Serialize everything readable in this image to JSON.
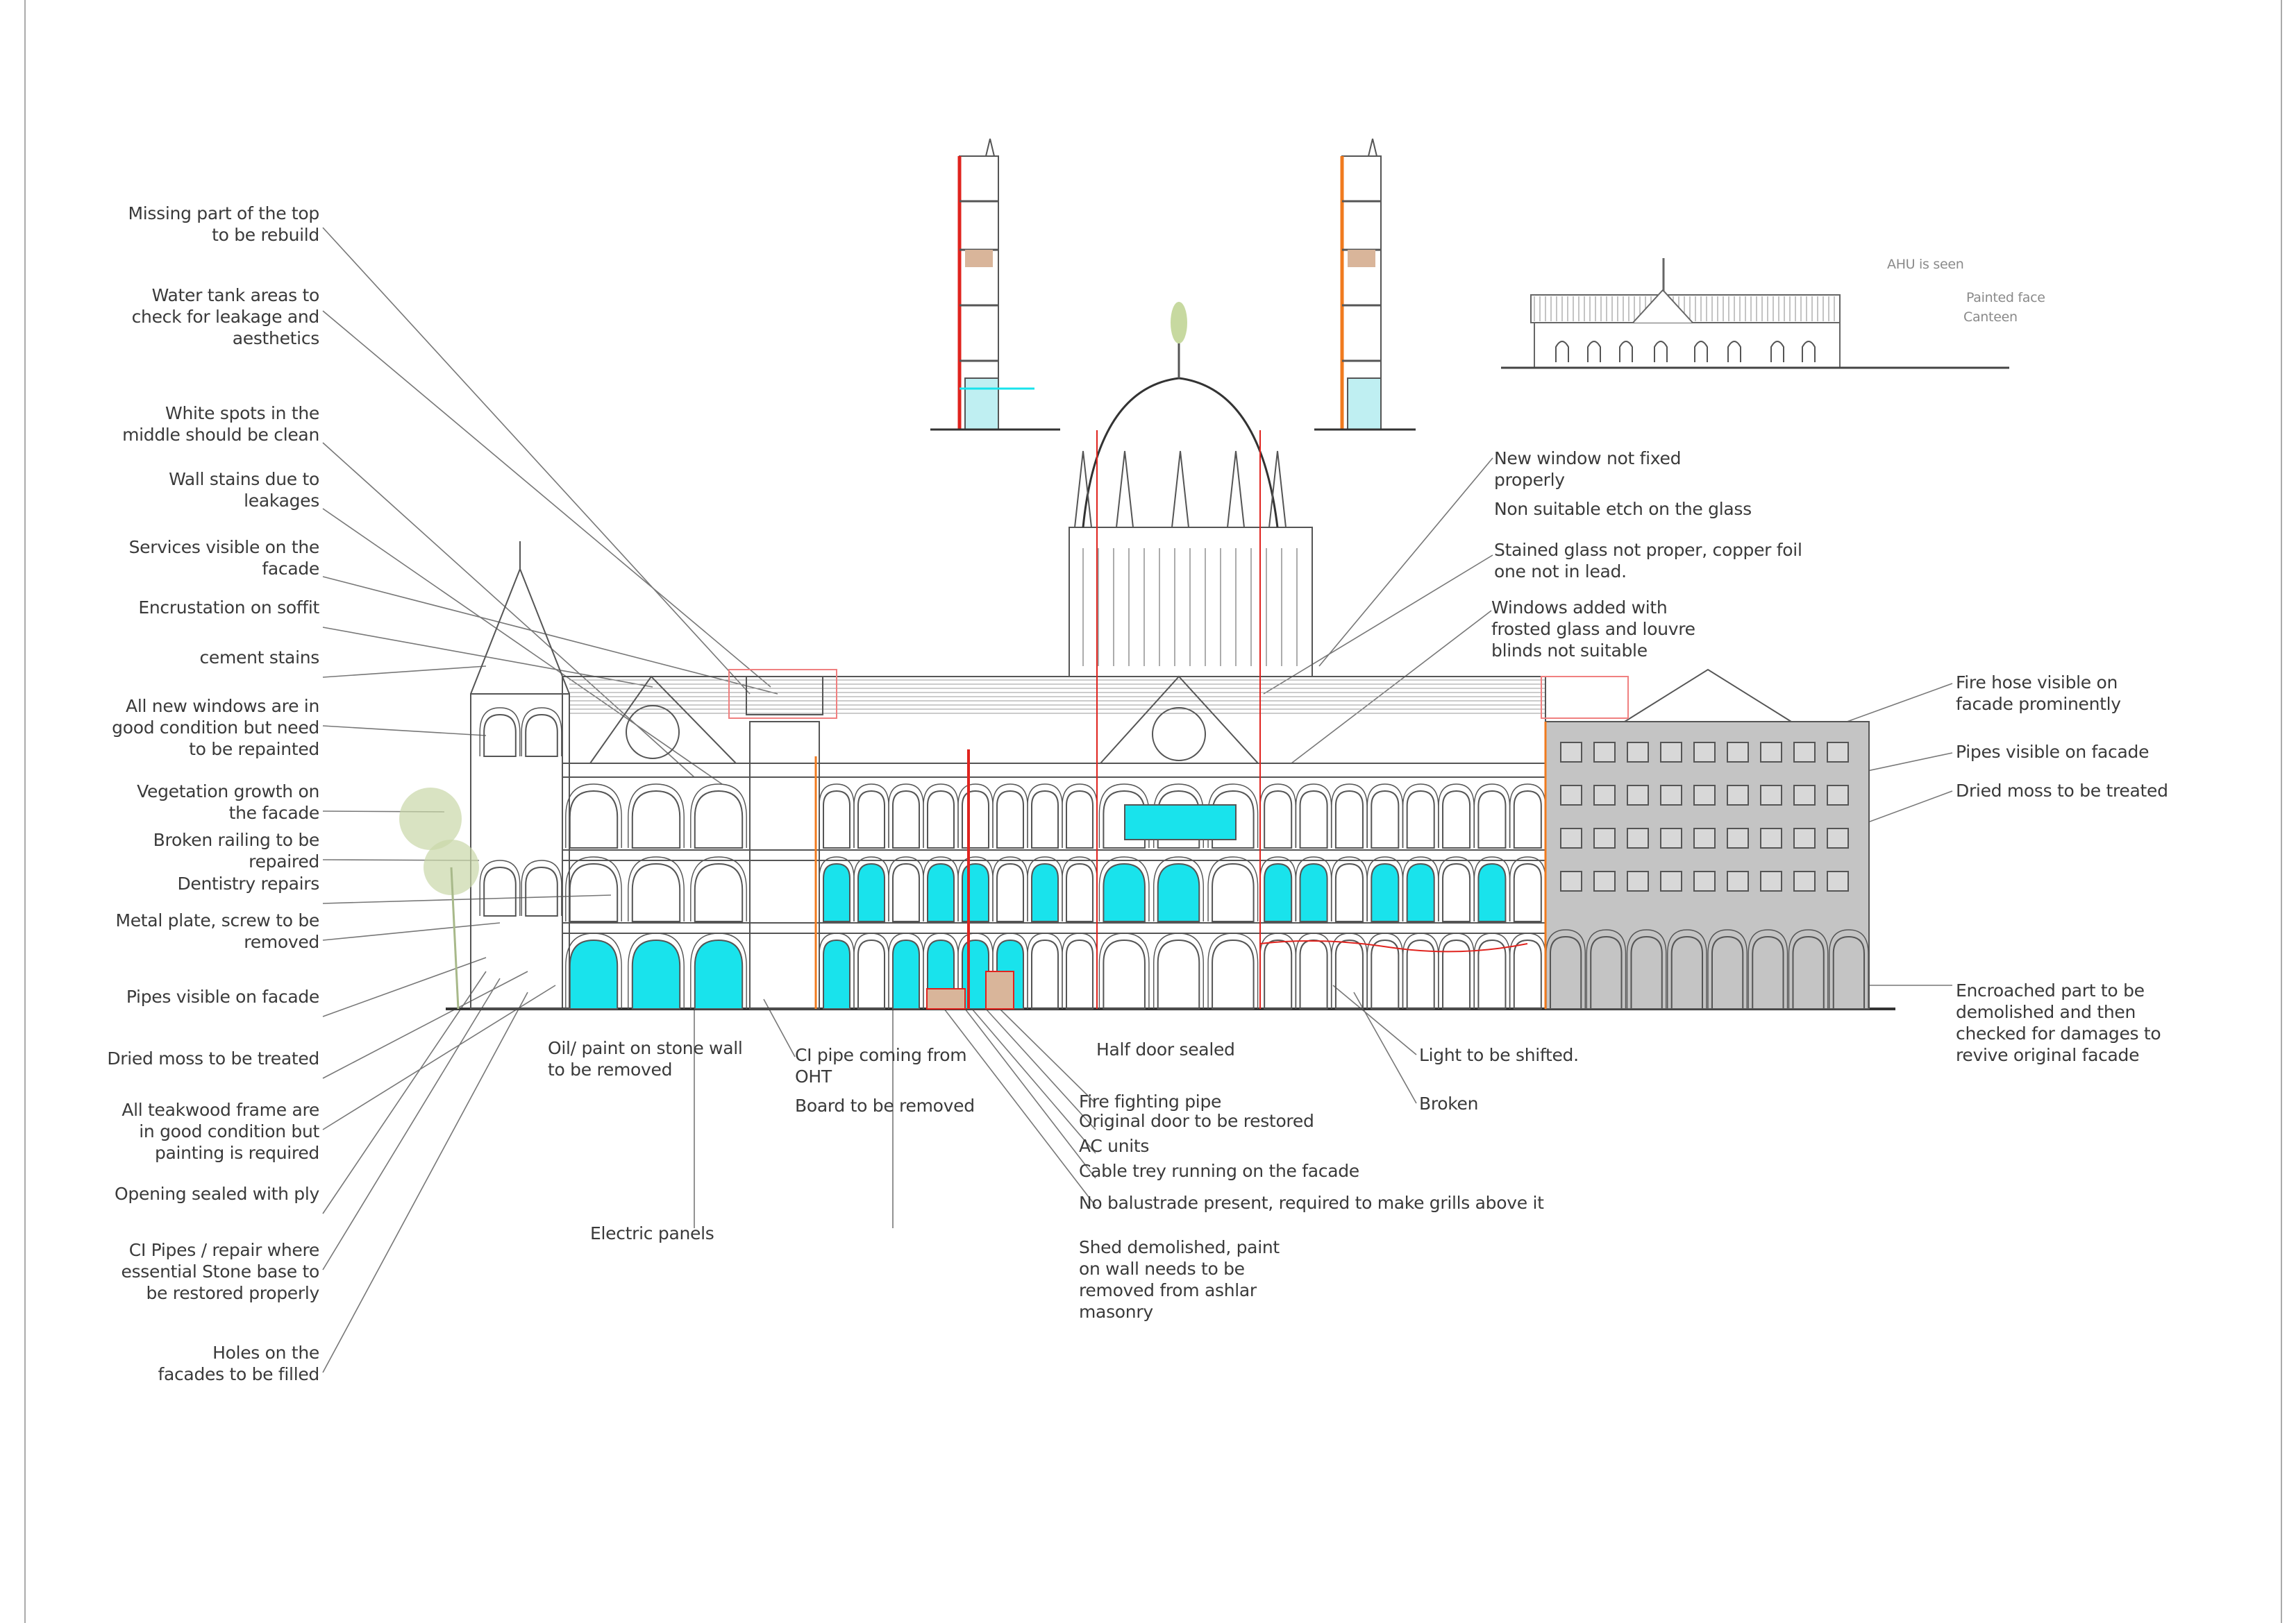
{
  "left_notes": [
    "Missing part of the top\nto be rebuild",
    "Water tank areas to\ncheck for leakage and\naesthetics",
    "White spots in the\nmiddle should be clean",
    "Wall stains due to\nleakages",
    "Services visible on the\nfacade",
    "Encrustation on soffit",
    "cement stains",
    "All new windows are in\ngood condition but need\nto be repainted",
    "Vegetation growth on\nthe facade",
    "Broken railing to be\nrepaired",
    "Dentistry repairs",
    "Metal plate, screw to be\nremoved",
    "Pipes visible on facade",
    "Dried moss to be treated",
    "All teakwood frame are\nin good condition but\npainting is required",
    "Opening sealed with ply",
    "CI Pipes / repair where\nessential Stone base to\nbe restored properly",
    "Holes on the\nfacades to be filled"
  ],
  "right_notes": [
    "New window not fixed\nproperly",
    "Non suitable etch on the glass",
    "Stained glass not proper, copper foil\none not in lead.",
    "Windows added with\nfrosted glass and louvre\nblinds not suitable",
    "Fire hose visible on\nfacade prominently",
    "Pipes visible on facade",
    "Dried moss to be treated",
    "Encroached part to be\ndemolished and then\nchecked for damages to\nrevive original facade"
  ],
  "bottom_notes": [
    "Oil/ paint on stone wall\nto be removed",
    "CI pipe coming from\nOHT",
    "Board to be removed",
    "Half door sealed",
    "Light to be shifted.",
    "Broken",
    "Fire fighting pipe",
    "Original door to be restored",
    "AC units",
    "Cable trey running on the facade",
    "No balustrade present, required to make grills above it",
    "Shed demolished, paint\non wall needs to be\nremoved from ashlar\nmasonry",
    "Electric panels"
  ],
  "annex_notes": [
    "AHU is seen",
    "Painted face",
    "Canteen"
  ],
  "colors": {
    "line": "#555555",
    "cyan": "#19e3ec",
    "red": "#e0231e",
    "orange": "#f07a1e",
    "gray_block": "#c4c4c4",
    "tan": "#d9b59a",
    "tree": "#c9d7a8"
  }
}
